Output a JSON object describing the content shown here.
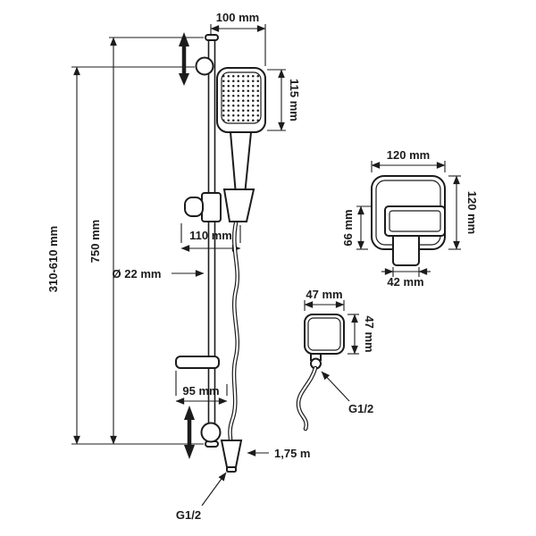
{
  "diagram": {
    "colors": {
      "line": "#1c1c1c",
      "background": "#ffffff"
    },
    "dimensions": {
      "head_width": "100 mm",
      "head_height": "115 mm",
      "bracket_range": "310-610 mm",
      "rail_length": "750 mm",
      "slider_width": "110 mm",
      "rail_diameter": "Ø 22 mm",
      "lower_bracket": "95 mm",
      "plate_width": "120 mm",
      "plate_height": "120 mm",
      "handle_height": "66 mm",
      "handle_width": "42 mm",
      "outlet_width": "47 mm",
      "outlet_height": "47 mm"
    },
    "labels": {
      "outlet_thread": "G1/2",
      "hose_thread": "G1/2",
      "hose_length": "1,75 m"
    }
  }
}
